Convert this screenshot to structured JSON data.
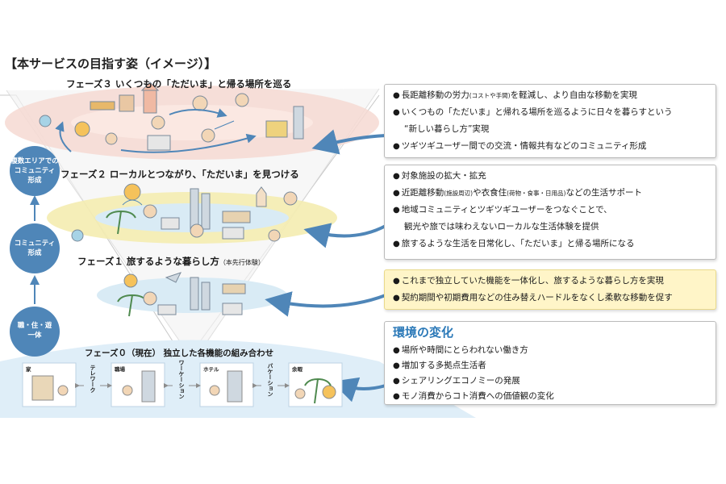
{
  "title": "【本サービスの目指す姿（イメージ）】",
  "phases": {
    "phase3": "フェーズ３ いくつもの「ただいま」と帰る場所を巡る",
    "phase2": "フェーズ２ ローカルとつながり、「ただいま」を見つける",
    "phase1": "フェーズ１ 旅するような暮らし方",
    "phase1_note": "（本先行体験）",
    "phase0": "フェーズ０（現在） 独立した各機能の組み合わせ"
  },
  "circles": {
    "top": [
      "複数エリアでの",
      "コミュニティ",
      "形成"
    ],
    "middle": [
      "コミュニティ",
      "形成"
    ],
    "bottom": [
      "職・住・遊",
      "一体"
    ]
  },
  "chain": {
    "items": [
      "家",
      "職場",
      "ホテル",
      "余暇"
    ],
    "connectors": [
      "テレワーク",
      "ワーケーション",
      "バケーション"
    ]
  },
  "box1": {
    "l1_a": "長距離移動の労力",
    "l1_b": "(コストや手間)",
    "l1_c": "を軽減し、より自由な移動を実現",
    "l2": "いくつもの「ただいま」と帰れる場所を巡るように日々を暮らすという",
    "l3": "“新しい暮らし方”実現",
    "l4": "ツギツギユーザー間での交流・情報共有などのコミュニティ形成"
  },
  "box2": {
    "l1": "対象施設の拡大・拡充",
    "l2_a": "近距離移動",
    "l2_b": "(施設周辺)",
    "l2_c": "や衣食住",
    "l2_d": "(荷物・食事・日用品)",
    "l2_e": "などの生活サポート",
    "l3": "地域コミュニティとツギツギユーザーをつなぐことで、",
    "l4": "観光や旅では味わえないローカルな生活体験を提供",
    "l5": "旅するような生活を日常化し、「ただいま」と帰る場所になる"
  },
  "box3": {
    "l1": "これまで独立していた機能を一体化し、旅するような暮らし方を実現",
    "l2": "契約期間や初期費用などの住み替えハードルをなくし柔軟な移動を促す"
  },
  "box4": {
    "heading": "環境の変化",
    "l1": "場所や時間にとらわれない働き方",
    "l2": "増加する多拠点生活者",
    "l3": "シェアリングエコノミーの発展",
    "l4": "モノ消費からコト消費への価値観の変化"
  },
  "colors": {
    "accent_blue": "#2b79b8",
    "circle_blue": "#4f86b8",
    "pink_band": "#f6d9d2",
    "yellow_band": "#f4ecb0",
    "light_blue_band": "#d9ebf5",
    "base_blue": "#dfeef8",
    "highlight_yellow": "#fff5c8"
  },
  "icons": [
    "people-illustration",
    "airplane-icon",
    "palm-tree-icon",
    "building-icon",
    "house-icon",
    "laptop-icon",
    "sun-icon",
    "pagoda-icon"
  ]
}
